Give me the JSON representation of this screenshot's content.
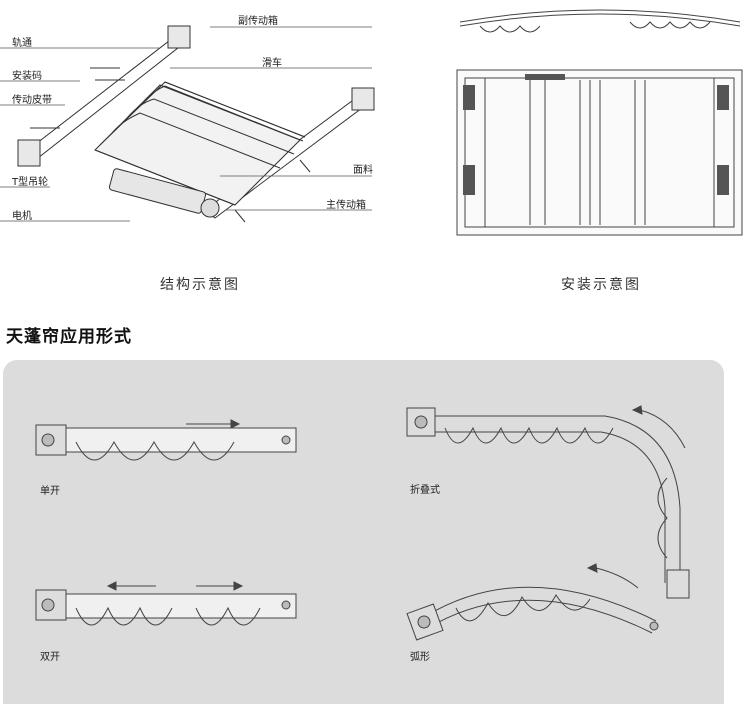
{
  "structure_diagram": {
    "labels": {
      "track": "轨通",
      "mount_code": "安装码",
      "drive_belt": "传动皮带",
      "t_hanger": "T型吊轮",
      "motor": "电机",
      "aux_gearbox": "副传动箱",
      "trolley": "滑车",
      "fabric": "面料",
      "main_gearbox": "主传动箱"
    },
    "caption": "结构示意图"
  },
  "install_diagram": {
    "caption": "安装示意图"
  },
  "applications": {
    "title": "天蓬帘应用形式",
    "single": "单开",
    "double": "双开",
    "folding": "折叠式",
    "arc": "弧形"
  }
}
